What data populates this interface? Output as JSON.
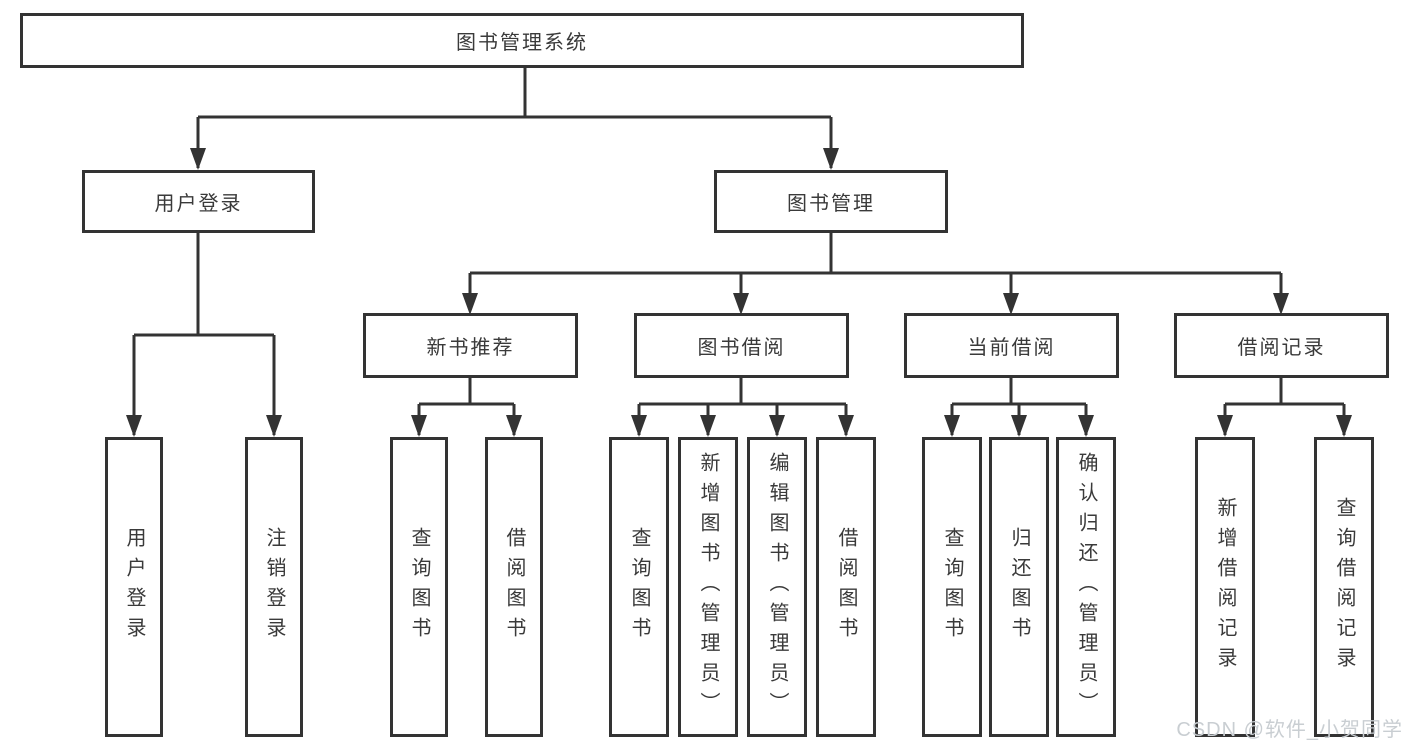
{
  "diagram": {
    "title": "图书管理系统",
    "root": {
      "label": "图书管理系统"
    },
    "level2": {
      "user_login": {
        "label": "用户登录"
      },
      "book_mgmt": {
        "label": "图书管理"
      }
    },
    "level3": {
      "new_book": {
        "label": "新书推荐"
      },
      "book_borrow": {
        "label": "图书借阅"
      },
      "current_borrow": {
        "label": "当前借阅"
      },
      "borrow_record": {
        "label": "借阅记录"
      }
    },
    "leaves": {
      "user_login": {
        "label": "用户登录",
        "parent": "用户登录"
      },
      "logout": {
        "label": "注销登录",
        "parent": "用户登录"
      },
      "query_book_1": {
        "label": "查询图书",
        "parent": "新书推荐"
      },
      "borrow_book_1": {
        "label": "借阅图书",
        "parent": "新书推荐"
      },
      "query_book_2": {
        "label": "查询图书",
        "parent": "图书借阅"
      },
      "add_book": {
        "label": "新增图书（管理员）",
        "parent": "图书借阅"
      },
      "edit_book": {
        "label": "编辑图书（管理员）",
        "parent": "图书借阅"
      },
      "borrow_book_2": {
        "label": "借阅图书",
        "parent": "图书借阅"
      },
      "query_book_3": {
        "label": "查询图书",
        "parent": "当前借阅"
      },
      "return_book": {
        "label": "归还图书",
        "parent": "当前借阅"
      },
      "confirm_return": {
        "label": "确认归还（管理员）",
        "parent": "当前借阅"
      },
      "add_record": {
        "label": "新增借阅记录",
        "parent": "借阅记录"
      },
      "query_record": {
        "label": "查询借阅记录",
        "parent": "借阅记录"
      }
    }
  },
  "watermark": {
    "text": "CSDN @软件_小贺同学"
  },
  "colors": {
    "line": "#333333",
    "box_border": "#333333",
    "text": "#3a3a3a",
    "background": "#ffffff",
    "watermark": "#c9ced2"
  }
}
